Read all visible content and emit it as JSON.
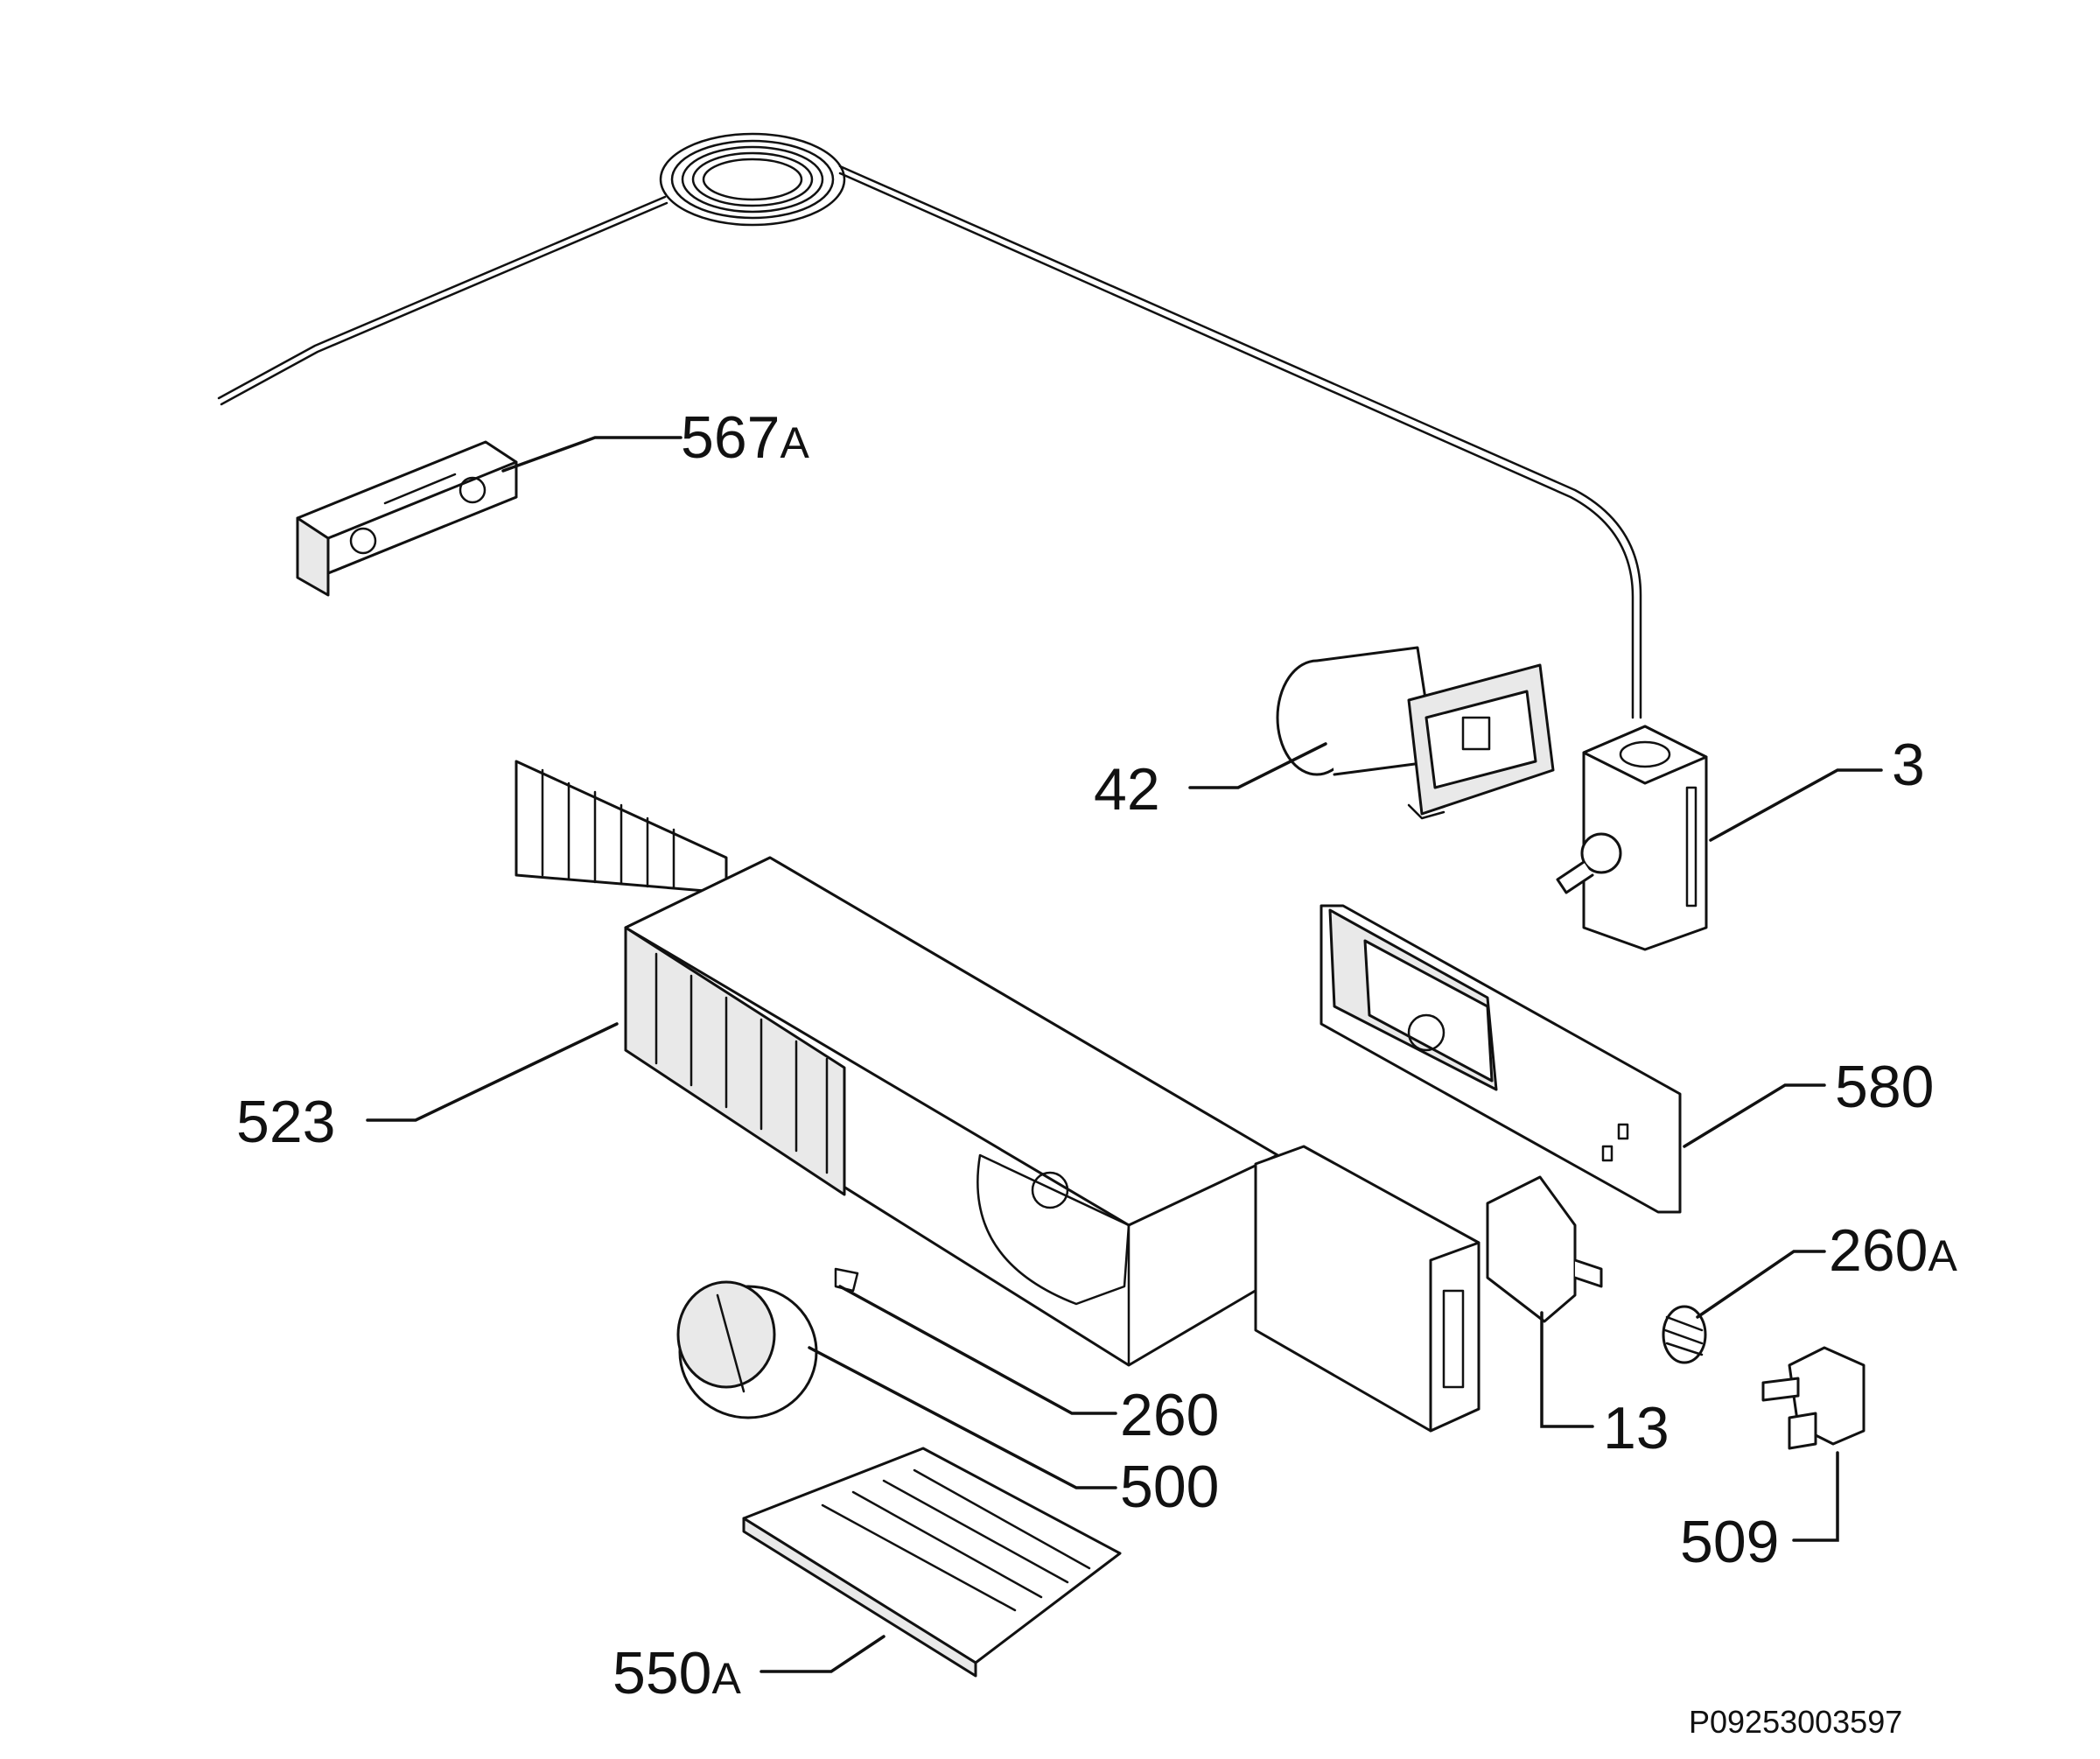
{
  "labels": {
    "p567a": {
      "num": "567",
      "suffix": "A"
    },
    "p42": {
      "num": "42"
    },
    "p3": {
      "num": "3"
    },
    "p523": {
      "num": "523"
    },
    "p580": {
      "num": "580"
    },
    "p260a": {
      "num": "260",
      "suffix": "A"
    },
    "p260": {
      "num": "260"
    },
    "p13": {
      "num": "13"
    },
    "p500": {
      "num": "500"
    },
    "p509": {
      "num": "509"
    },
    "p550a": {
      "num": "550",
      "suffix": "A"
    }
  },
  "document_id": "P09253003597"
}
